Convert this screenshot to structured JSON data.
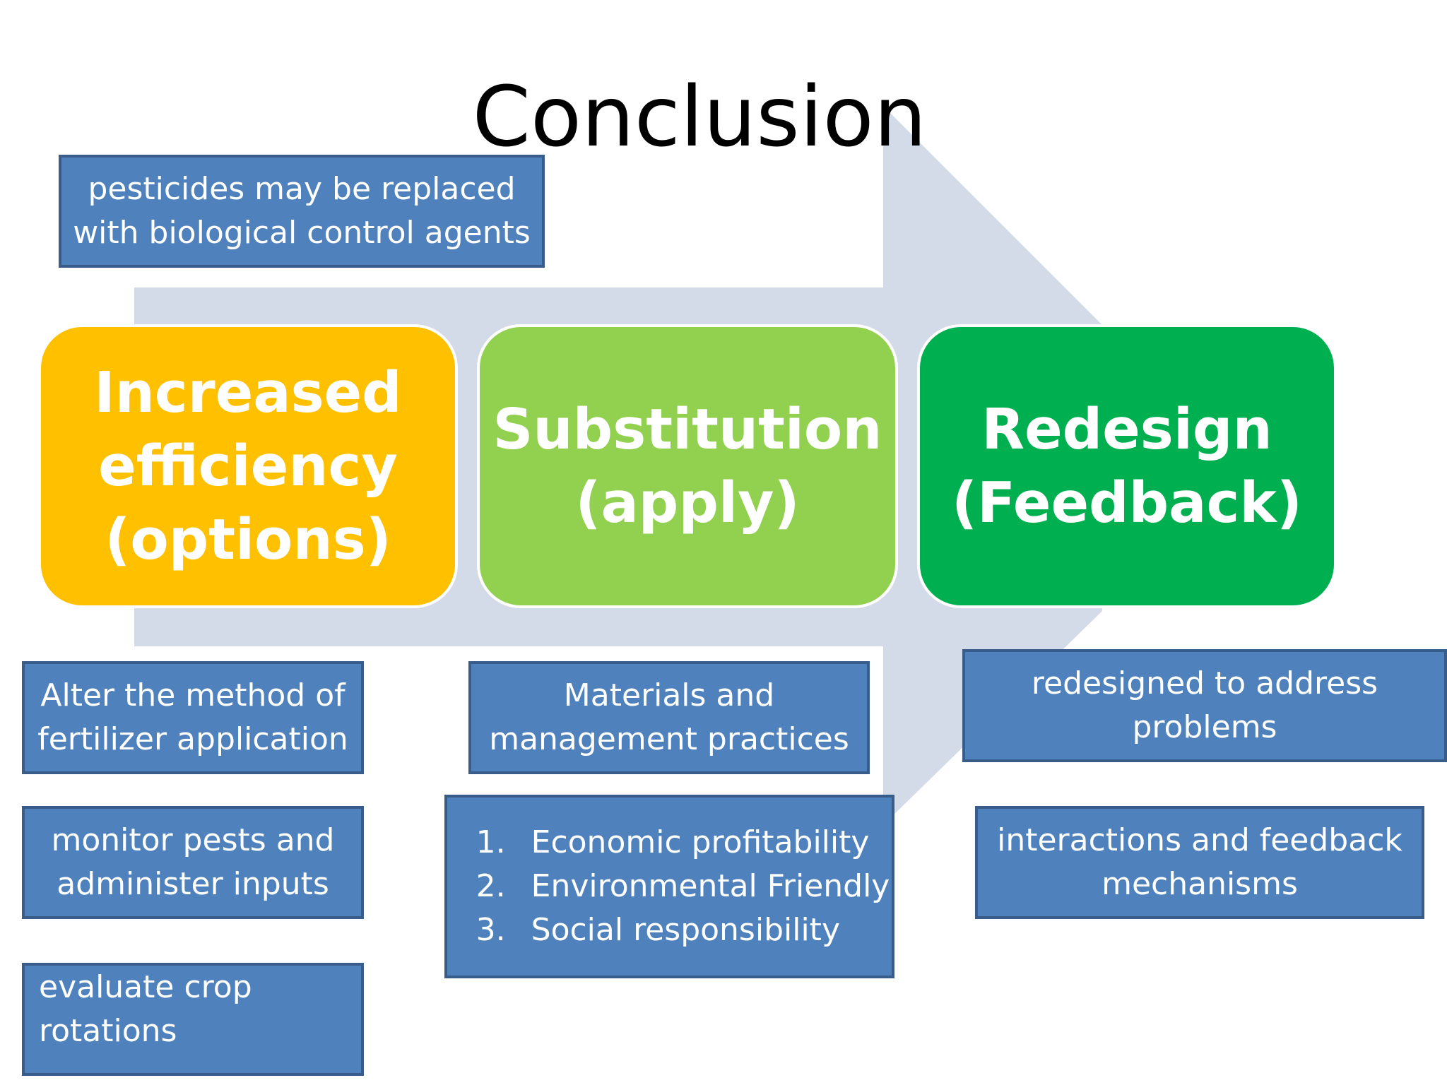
{
  "title": "Conclusion",
  "colors": {
    "arrow": "#d3dbe8",
    "stage1": "#ffc000",
    "stage2": "#92d050",
    "stage3": "#00b050",
    "note_fill": "#4f81bd",
    "note_border": "#385d8a"
  },
  "stages": [
    {
      "lines": [
        "Increased",
        "efficiency",
        "(options)"
      ]
    },
    {
      "lines": [
        "Substitution",
        "(apply)"
      ]
    },
    {
      "lines": [
        "Redesign",
        "(Feedback)"
      ]
    }
  ],
  "notes": {
    "top": [
      "pesticides may be replaced",
      "with biological control agents"
    ],
    "efficiency": [
      [
        "Alter the method of",
        "fertilizer application"
      ],
      [
        "monitor pests and",
        "administer inputs"
      ],
      [
        "evaluate crop",
        "rotations"
      ]
    ],
    "substitution": {
      "materials": [
        "Materials and",
        "management practices"
      ],
      "criteria": [
        {
          "num": "1.",
          "text": "Economic profitability"
        },
        {
          "num": "2.",
          "text": "Environmental Friendly"
        },
        {
          "num": "3.",
          "text": "Social responsibility"
        }
      ]
    },
    "redesign": [
      [
        "redesigned to address",
        "problems"
      ],
      [
        "interactions and feedback",
        "mechanisms"
      ]
    ]
  }
}
